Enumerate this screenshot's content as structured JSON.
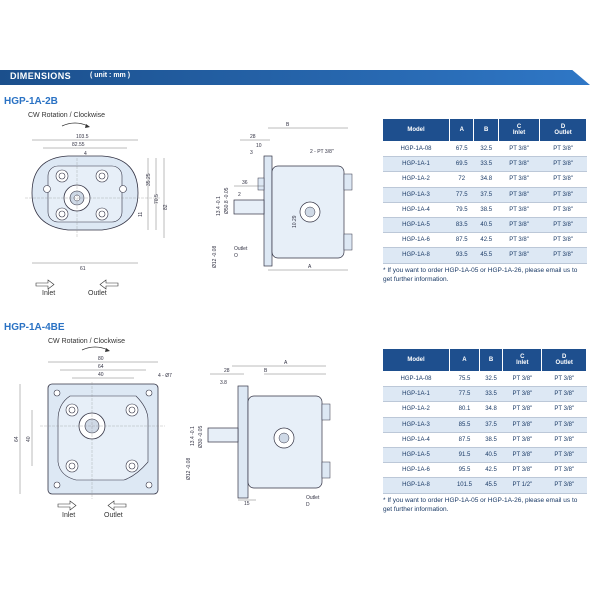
{
  "banner": {
    "title": "DIMENSIONS",
    "unit": "( unit : mm )"
  },
  "colors": {
    "accent": "#2a72c4",
    "header": "#1e4f8e",
    "stripe": "#dde8f4"
  },
  "sections": [
    {
      "model_title": "HGP-1A-2B",
      "rotation": "CW Rotation / Clockwise",
      "inlet": "Inlet",
      "outlet": "Outlet",
      "front_dims": {
        "d1": "103.5",
        "d2": "82.55",
        "d3": "4",
        "d4": "35.25",
        "d5": "70.5",
        "d6": "82",
        "d7": "11",
        "d8": "61"
      },
      "side_dims": {
        "d1": "28",
        "d2": "10",
        "d3": "3",
        "d4": "B",
        "d5": "2 - PT 3/8\"",
        "d6": "36",
        "d7": "2",
        "d8": "Ø50.8 -0.05",
        "d9": "13.4 -0.1",
        "d10": "Ø12 -0.08",
        "d11": "10.29",
        "d12": "Outlet",
        "d13": "O",
        "d14": "A"
      },
      "table": {
        "headers": [
          "Model",
          "A",
          "B",
          "C\nInlet",
          "D\nOutlet"
        ],
        "rows": [
          [
            "HGP-1A-08",
            "67.5",
            "32.5",
            "PT 3/8\"",
            "PT 3/8\""
          ],
          [
            "HGP-1A-1",
            "69.5",
            "33.5",
            "PT 3/8\"",
            "PT 3/8\""
          ],
          [
            "HGP-1A-2",
            "72",
            "34.8",
            "PT 3/8\"",
            "PT 3/8\""
          ],
          [
            "HGP-1A-3",
            "77.5",
            "37.5",
            "PT 3/8\"",
            "PT 3/8\""
          ],
          [
            "HGP-1A-4",
            "79.5",
            "38.5",
            "PT 3/8\"",
            "PT 3/8\""
          ],
          [
            "HGP-1A-5",
            "83.5",
            "40.5",
            "PT 3/8\"",
            "PT 3/8\""
          ],
          [
            "HGP-1A-6",
            "87.5",
            "42.5",
            "PT 3/8\"",
            "PT 3/8\""
          ],
          [
            "HGP-1A-8",
            "93.5",
            "45.5",
            "PT 3/8\"",
            "PT 3/8\""
          ]
        ]
      },
      "note": "* If you want to order HGP-1A-05 or HGP-1A-26, please email us to get further information."
    },
    {
      "model_title": "HGP-1A-4BE",
      "rotation": "CW Rotation / Clockwise",
      "inlet": "Inlet",
      "outlet": "Outlet",
      "front_dims": {
        "d1": "80",
        "d2": "64",
        "d3": "40",
        "d4": "4 - Ø7",
        "d5": "40",
        "d6": "64"
      },
      "side_dims": {
        "d1": "28",
        "d2": "3.8",
        "d3": "B",
        "d4": "A",
        "d5": "Ø30 -0.05",
        "d6": "13.4 -0.1",
        "d7": "Ø12 -0.08",
        "d8": "15",
        "d9": "Outlet",
        "d10": "D"
      },
      "table": {
        "headers": [
          "Model",
          "A",
          "B",
          "C\nInlet",
          "D\nOutlet"
        ],
        "rows": [
          [
            "HGP-1A-08",
            "75.5",
            "32.5",
            "PT 3/8\"",
            "PT 3/8\""
          ],
          [
            "HGP-1A-1",
            "77.5",
            "33.5",
            "PT 3/8\"",
            "PT 3/8\""
          ],
          [
            "HGP-1A-2",
            "80.1",
            "34.8",
            "PT 3/8\"",
            "PT 3/8\""
          ],
          [
            "HGP-1A-3",
            "85.5",
            "37.5",
            "PT 3/8\"",
            "PT 3/8\""
          ],
          [
            "HGP-1A-4",
            "87.5",
            "38.5",
            "PT 3/8\"",
            "PT 3/8\""
          ],
          [
            "HGP-1A-5",
            "91.5",
            "40.5",
            "PT 3/8\"",
            "PT 3/8\""
          ],
          [
            "HGP-1A-6",
            "95.5",
            "42.5",
            "PT 3/8\"",
            "PT 3/8\""
          ],
          [
            "HGP-1A-8",
            "101.5",
            "45.5",
            "PT 1/2\"",
            "PT 3/8\""
          ]
        ]
      },
      "note": "* If you want to order HGP-1A-05 or HGP-1A-26, please email us to get further information."
    }
  ]
}
